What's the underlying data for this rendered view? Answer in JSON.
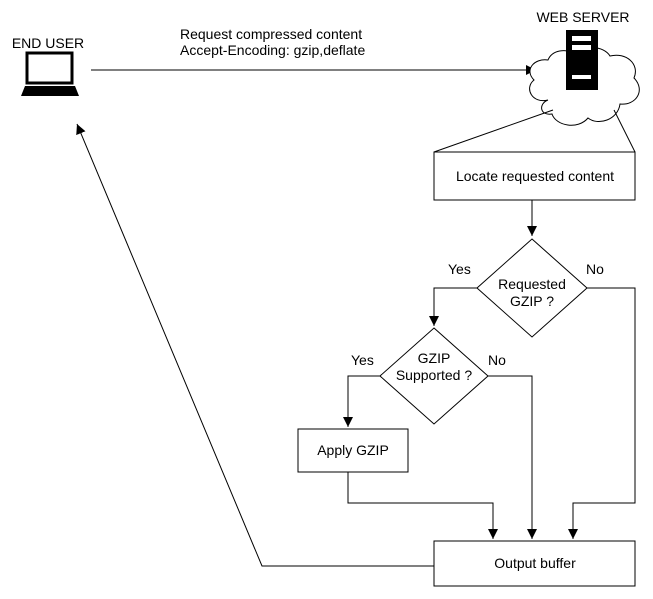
{
  "nodes": {
    "end_user": {
      "label": "END USER"
    },
    "web_server": {
      "label": "WEB SERVER"
    },
    "locate": {
      "label": "Locate requested content"
    },
    "requested_gzip": {
      "line1": "Requested",
      "line2": "GZIP ?"
    },
    "gzip_supported": {
      "line1": "GZIP",
      "line2": "Supported ?"
    },
    "apply_gzip": {
      "label": "Apply GZIP"
    },
    "output_buffer": {
      "label": "Output buffer"
    }
  },
  "edges": {
    "request": {
      "line1": "Request compressed content",
      "line2": "Accept-Encoding: gzip,deflate"
    },
    "requested_yes": "Yes",
    "requested_no": "No",
    "supported_yes": "Yes",
    "supported_no": "No"
  },
  "colors": {
    "stroke": "#000000",
    "fill": "#ffffff"
  },
  "icons": {
    "end_user": "laptop-icon",
    "web_server": "server-tower-icon",
    "cloud": "cloud-icon"
  }
}
